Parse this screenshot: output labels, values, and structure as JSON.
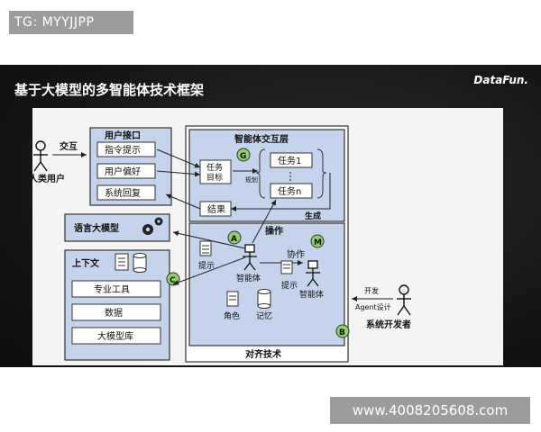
{
  "watermark_top": "TG: MYYJJPP",
  "watermark_bottom": "www.4008205608.com",
  "slide": {
    "title": "基于大模型的多智能体技术框架",
    "logo": "DataFun."
  },
  "diagram": {
    "human_user": "人类用户",
    "interact": "交互",
    "user_interface": {
      "title": "用户接口",
      "items": [
        "指令提示",
        "用户偏好",
        "系统回复"
      ]
    },
    "llm": "语言大模型",
    "context": {
      "title": "上下文",
      "items": [
        "专业工具",
        "数据",
        "大模型库"
      ]
    },
    "interaction_layer": {
      "title": "智能体交互层",
      "task_goal_1": "任务",
      "task_goal_2": "目标",
      "plan": "规划",
      "task1": "任务1",
      "taskn": "任务n",
      "result": "结果",
      "generate": "生成"
    },
    "lower": {
      "operate": "操作",
      "cooperate": "协作",
      "prompt_left": "提示",
      "prompt_mid": "提示",
      "agent_center": "智能体",
      "agent_right": "智能体",
      "role": "角色",
      "memory": "记忆",
      "align": "对齐技术"
    },
    "badges": {
      "g": "G",
      "a": "A",
      "m": "M",
      "c": "C",
      "b": "B"
    },
    "developer": {
      "label": "系统开发者",
      "develop": "开发",
      "agent_design": "Agent设计"
    }
  }
}
